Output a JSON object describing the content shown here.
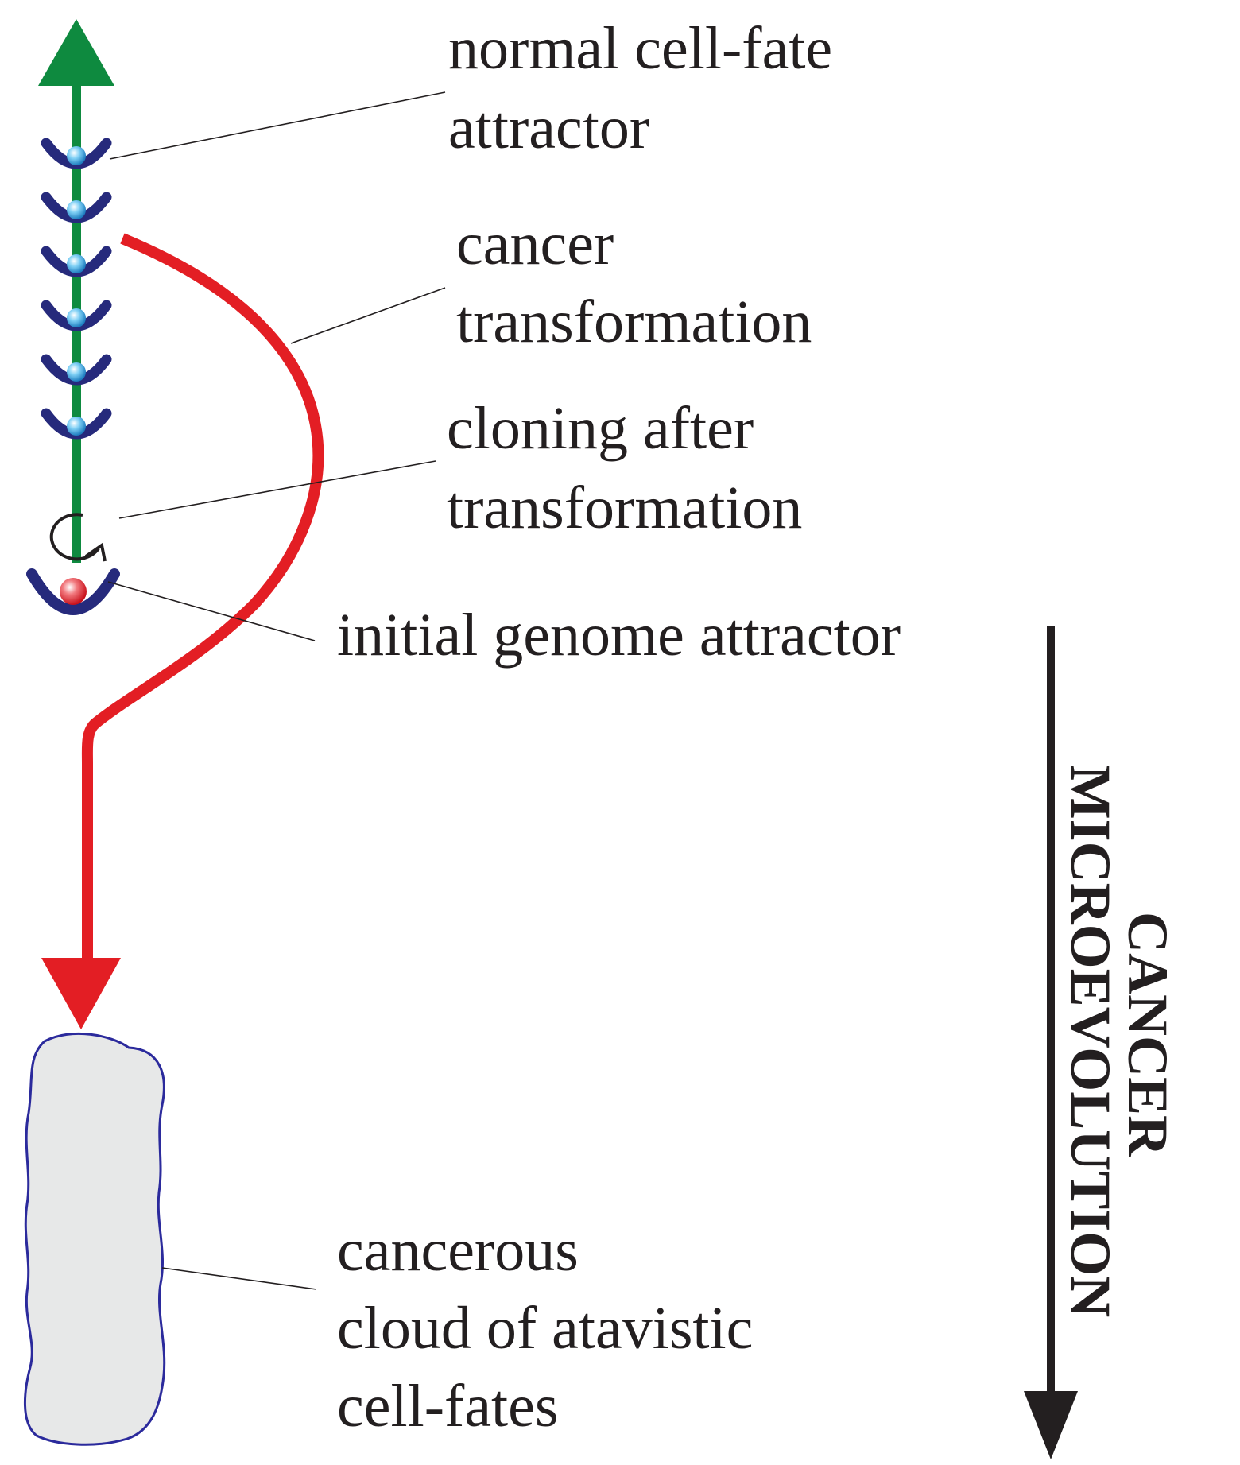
{
  "labels": {
    "normal_attractor": [
      "normal cell-fate",
      "attractor"
    ],
    "cancer_transformation": [
      "cancer",
      "transformation"
    ],
    "cloning": [
      "cloning after",
      "transformation"
    ],
    "initial_attractor": [
      "initial genome attractor"
    ],
    "cancerous_cloud": [
      "cancerous",
      "cloud of atavistic",
      "cell-fates"
    ],
    "microevolution": [
      "CANCER",
      "MICROEVOLUTION"
    ]
  },
  "colors": {
    "green_arrow": "#0e8a3f",
    "red_path": "#e31e24",
    "well": "#262a7c",
    "blue_ball": "#3aa6dd",
    "red_ball": "#e31e24",
    "cloud_fill": "#e7e8e8",
    "cloud_edge": "#2b2a9c",
    "text": "#231f20"
  }
}
